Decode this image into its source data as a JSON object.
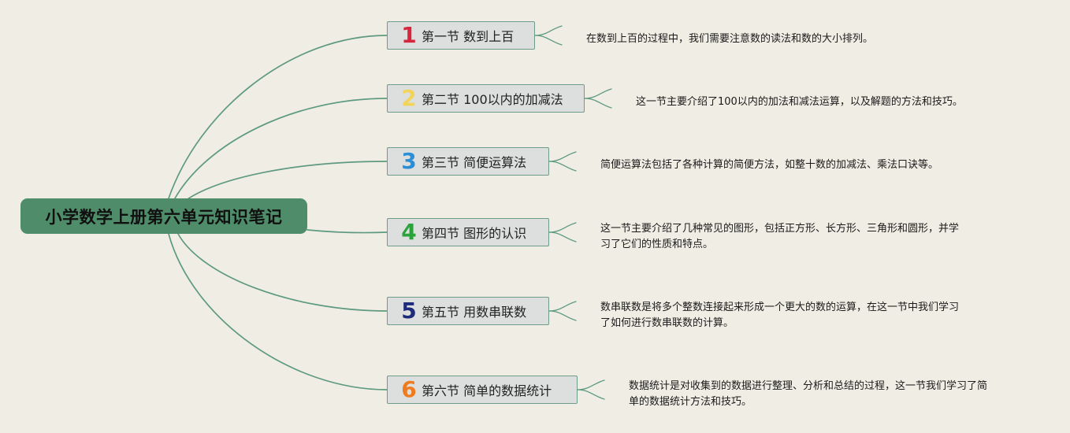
{
  "root": {
    "title": "小学数学上册第六单元知识笔记"
  },
  "colors": {
    "background": "#f0ede4",
    "root_fill": "#4e8c6a",
    "branch_line": "#5e9a80",
    "node_fill": "#dcdfdd",
    "node_border": "#6f9c8a"
  },
  "sections": [
    {
      "number": "1",
      "number_color": "#d8253d",
      "label": "第一节 数到上百",
      "desc_lines": [
        "在数到上百的过程中，我们需要注意数的读法和数的大小排列。"
      ]
    },
    {
      "number": "2",
      "number_color": "#f2d45a",
      "label": "第二节 100以内的加减法",
      "desc_lines": [
        "这一节主要介绍了100以内的加法和减法运算，以及解题的方法和技巧。"
      ]
    },
    {
      "number": "3",
      "number_color": "#2b8fd8",
      "label": "第三节 简便运算法",
      "desc_lines": [
        "简便运算法包括了各种计算的简便方法，如整十数的加减法、乘法口诀等。"
      ]
    },
    {
      "number": "4",
      "number_color": "#2aa33a",
      "label": "第四节 图形的认识",
      "desc_lines": [
        "这一节主要介绍了几种常见的图形，包括正方形、长方形、三角形和圆形，并学",
        "习了它们的性质和特点。"
      ]
    },
    {
      "number": "5",
      "number_color": "#1e2a7a",
      "label": "第五节 用数串联数",
      "desc_lines": [
        "数串联数是将多个整数连接起来形成一个更大的数的运算，在这一节中我们学习",
        "了如何进行数串联数的计算。"
      ]
    },
    {
      "number": "6",
      "number_color": "#f07a1e",
      "label": "第六节 简单的数据统计",
      "desc_lines": [
        "数据统计是对收集到的数据进行整理、分析和总结的过程，这一节我们学习了简",
        "单的数据统计方法和技巧。"
      ]
    }
  ]
}
